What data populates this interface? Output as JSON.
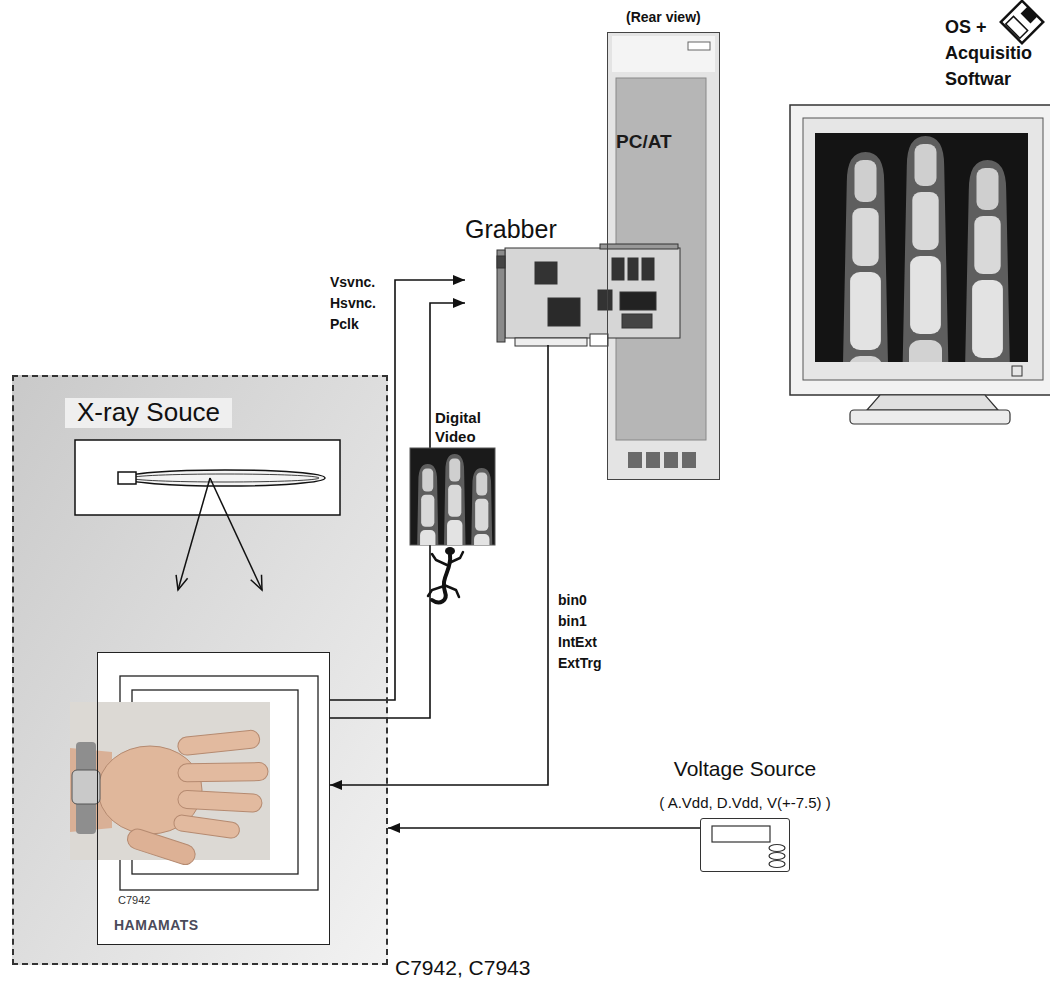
{
  "diagram": {
    "nodes": [
      {
        "text": [
          "(Rear view)",
          "PC/AT"
        ]
      },
      {
        "text": [
          "Grabber"
        ]
      },
      {
        "text": [
          "X-ray Souce",
          "C7942, C7943"
        ]
      },
      {
        "text": [
          "C7942",
          "HAMAMATS"
        ],
        "in": 2
      },
      {
        "text": [
          "Voltage Source",
          "( A.Vdd, D.Vdd, V(+-7.5) )"
        ]
      }
    ],
    "edges": [
      {
        "from": 3,
        "to": 1,
        "arrow": "to",
        "label": "Vsvnc. Hsvnc. Pclk"
      },
      {
        "from": 3,
        "to": 1,
        "arrow": "to",
        "label": "Digital Video"
      },
      {
        "from": 1,
        "to": 3,
        "arrow": "to",
        "label": "bin0 bin1 IntExt ExtTrg"
      },
      {
        "from": 4,
        "to": 2,
        "arrow": "to"
      }
    ],
    "labels": [
      "OS + Acquisitio Softwar"
    ]
  }
}
